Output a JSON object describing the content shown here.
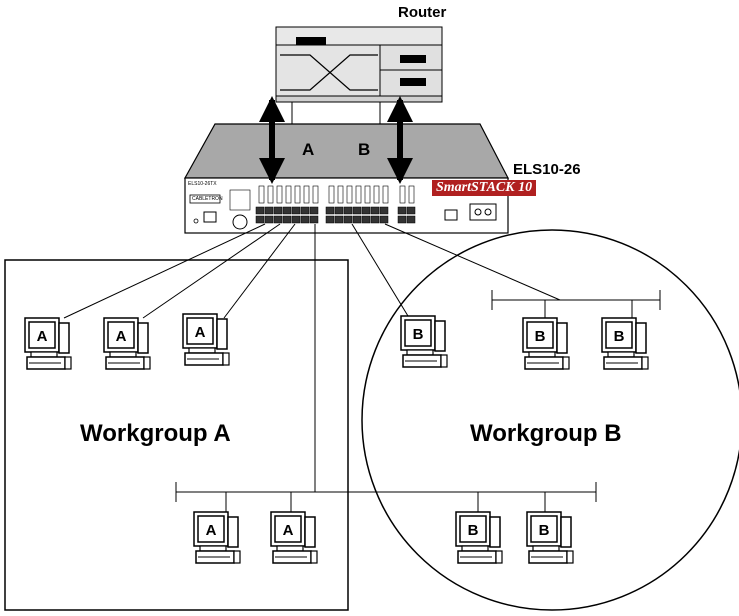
{
  "labels": {
    "router": "Router",
    "switch": "ELS10-26",
    "vlan_a": "A",
    "vlan_b": "B",
    "workgroup_a": "Workgroup A",
    "workgroup_b": "Workgroup B",
    "brand": "SmartSTACK 10",
    "model_small": "ELS10-26TX",
    "vendor_small": "CABLETRON"
  },
  "computers": {
    "a1": "A",
    "a2": "A",
    "a3": "A",
    "a4": "A",
    "a5": "A",
    "b1": "B",
    "b2": "B",
    "b3": "B",
    "b4": "B",
    "b5": "B"
  },
  "colors": {
    "switch_top": "#a8a8a8",
    "router_panel": "#e4e4e4",
    "line": "#000000",
    "brand": "#b02020"
  }
}
